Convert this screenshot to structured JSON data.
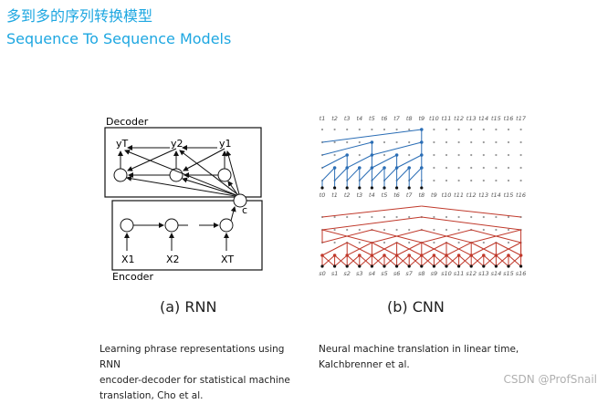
{
  "title_zh": "多到多的序列转换模型",
  "title_en": "Sequence To Sequence Models",
  "rnn": {
    "decoder_label": "Decoder",
    "encoder_label": "Encoder",
    "context_label": "c",
    "outputs": [
      "yT",
      "y2",
      "y1"
    ],
    "inputs": [
      "X1",
      "X2",
      "XT"
    ]
  },
  "cnn": {
    "top_labels": [
      "t1",
      "t2",
      "t3",
      "t4",
      "t5",
      "t6",
      "t7",
      "t8",
      "t9",
      "t10",
      "t11",
      "t12",
      "t13",
      "t14",
      "t15",
      "t16",
      "t17"
    ],
    "mid_labels": [
      "t0",
      "t1",
      "t2",
      "t3",
      "t4",
      "t5",
      "t6",
      "t7",
      "t8",
      "t9",
      "t10",
      "t11",
      "t12",
      "t13",
      "t14",
      "t15",
      "t16"
    ],
    "bottom_labels": [
      "s0",
      "s1",
      "s2",
      "s3",
      "s4",
      "s5",
      "s6",
      "s7",
      "s8",
      "s9",
      "s10",
      "s11",
      "s12",
      "s13",
      "s14",
      "s15",
      "s16"
    ]
  },
  "caption_a": "(a)  RNN",
  "caption_b": "(b)  CNN",
  "ref_a": [
    "Learning phrase representations using RNN",
    "encoder-decoder  for  statistical  machine",
    "translation, Cho et al."
  ],
  "ref_b": [
    "Neural machine translation in linear time,",
    "Kalchbrenner et al."
  ],
  "watermark": "CSDN @ProfSnail"
}
